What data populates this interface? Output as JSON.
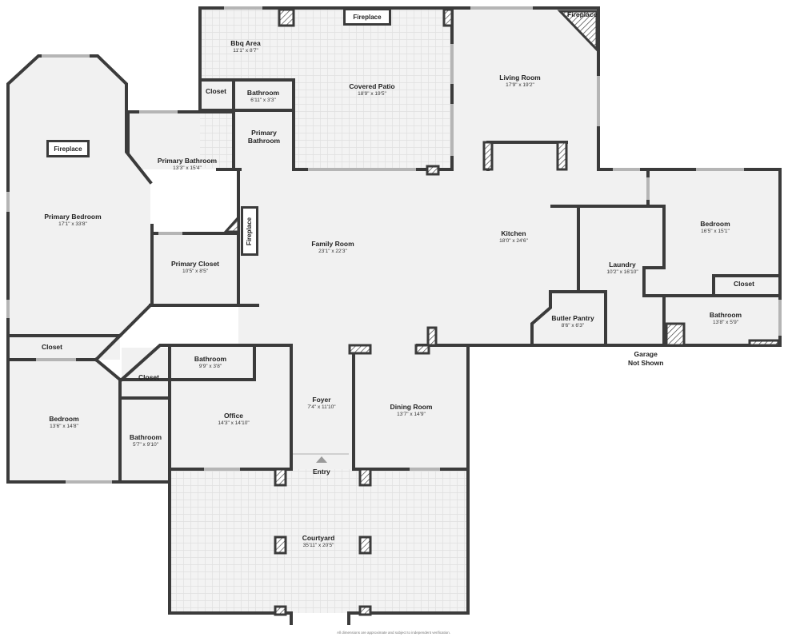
{
  "rooms": {
    "bbq": {
      "name": "Bbq Area",
      "dim": "11'1\" x 8'7\""
    },
    "covered_patio": {
      "name": "Covered Patio",
      "dim": "18'9\" x 19'5\""
    },
    "living": {
      "name": "Living Room",
      "dim": "17'9\" x 19'2\""
    },
    "bath_top": {
      "name": "Bathroom",
      "dim": "6'11\" x 3'3\""
    },
    "closet_top": {
      "name": "Closet"
    },
    "primary_bath_small": {
      "name": "Primary\nBathroom"
    },
    "primary_bathroom": {
      "name": "Primary Bathroom",
      "dim": "13'3\" x 15'4\""
    },
    "primary_bedroom": {
      "name": "Primary Bedroom",
      "dim": "17'1\" x 33'8\""
    },
    "family": {
      "name": "Family Room",
      "dim": "23'1\" x 22'3\""
    },
    "kitchen": {
      "name": "Kitchen",
      "dim": "18'0\" x 24'6\""
    },
    "bedroom_right": {
      "name": "Bedroom",
      "dim": "16'5\" x 15'1\""
    },
    "closet_right": {
      "name": "Closet"
    },
    "laundry": {
      "name": "Laundry",
      "dim": "10'2\" x 16'10\""
    },
    "butler": {
      "name": "Butler Pantry",
      "dim": "8'6\" x 6'3\""
    },
    "bath_right": {
      "name": "Bathroom",
      "dim": "13'8\" x 5'9\""
    },
    "primary_closet": {
      "name": "Primary Closet",
      "dim": "10'5\" x 8'5\""
    },
    "closet_left": {
      "name": "Closet"
    },
    "closet_mid": {
      "name": "Closet"
    },
    "bath_mid": {
      "name": "Bathroom",
      "dim": "9'9\" x 3'8\""
    },
    "foyer": {
      "name": "Foyer",
      "dim": "7'4\" x 11'10\""
    },
    "dining": {
      "name": "Dining Room",
      "dim": "13'7\" x 14'9\""
    },
    "office": {
      "name": "Office",
      "dim": "14'3\" x 14'10\""
    },
    "bedroom_left": {
      "name": "Bedroom",
      "dim": "13'6\" x 14'8\""
    },
    "bath_left": {
      "name": "Bathroom",
      "dim": "5'7\" x 9'10\""
    },
    "courtyard": {
      "name": "Courtyard",
      "dim": "35'11\" x 20'5\""
    }
  },
  "fireplaces": {
    "patio": "Fireplace",
    "living": "Fireplace",
    "bedroom": "Fireplace",
    "family": "Fireplace"
  },
  "tags": {
    "garage": "Garage\nNot Shown",
    "entry": "Entry"
  },
  "disclaimer": "All dimensions are approximate and subject to independent verification.",
  "colors": {
    "wall": "#3b3b3b",
    "floor": "#f1f1f1",
    "window": "#b5b5b5"
  }
}
